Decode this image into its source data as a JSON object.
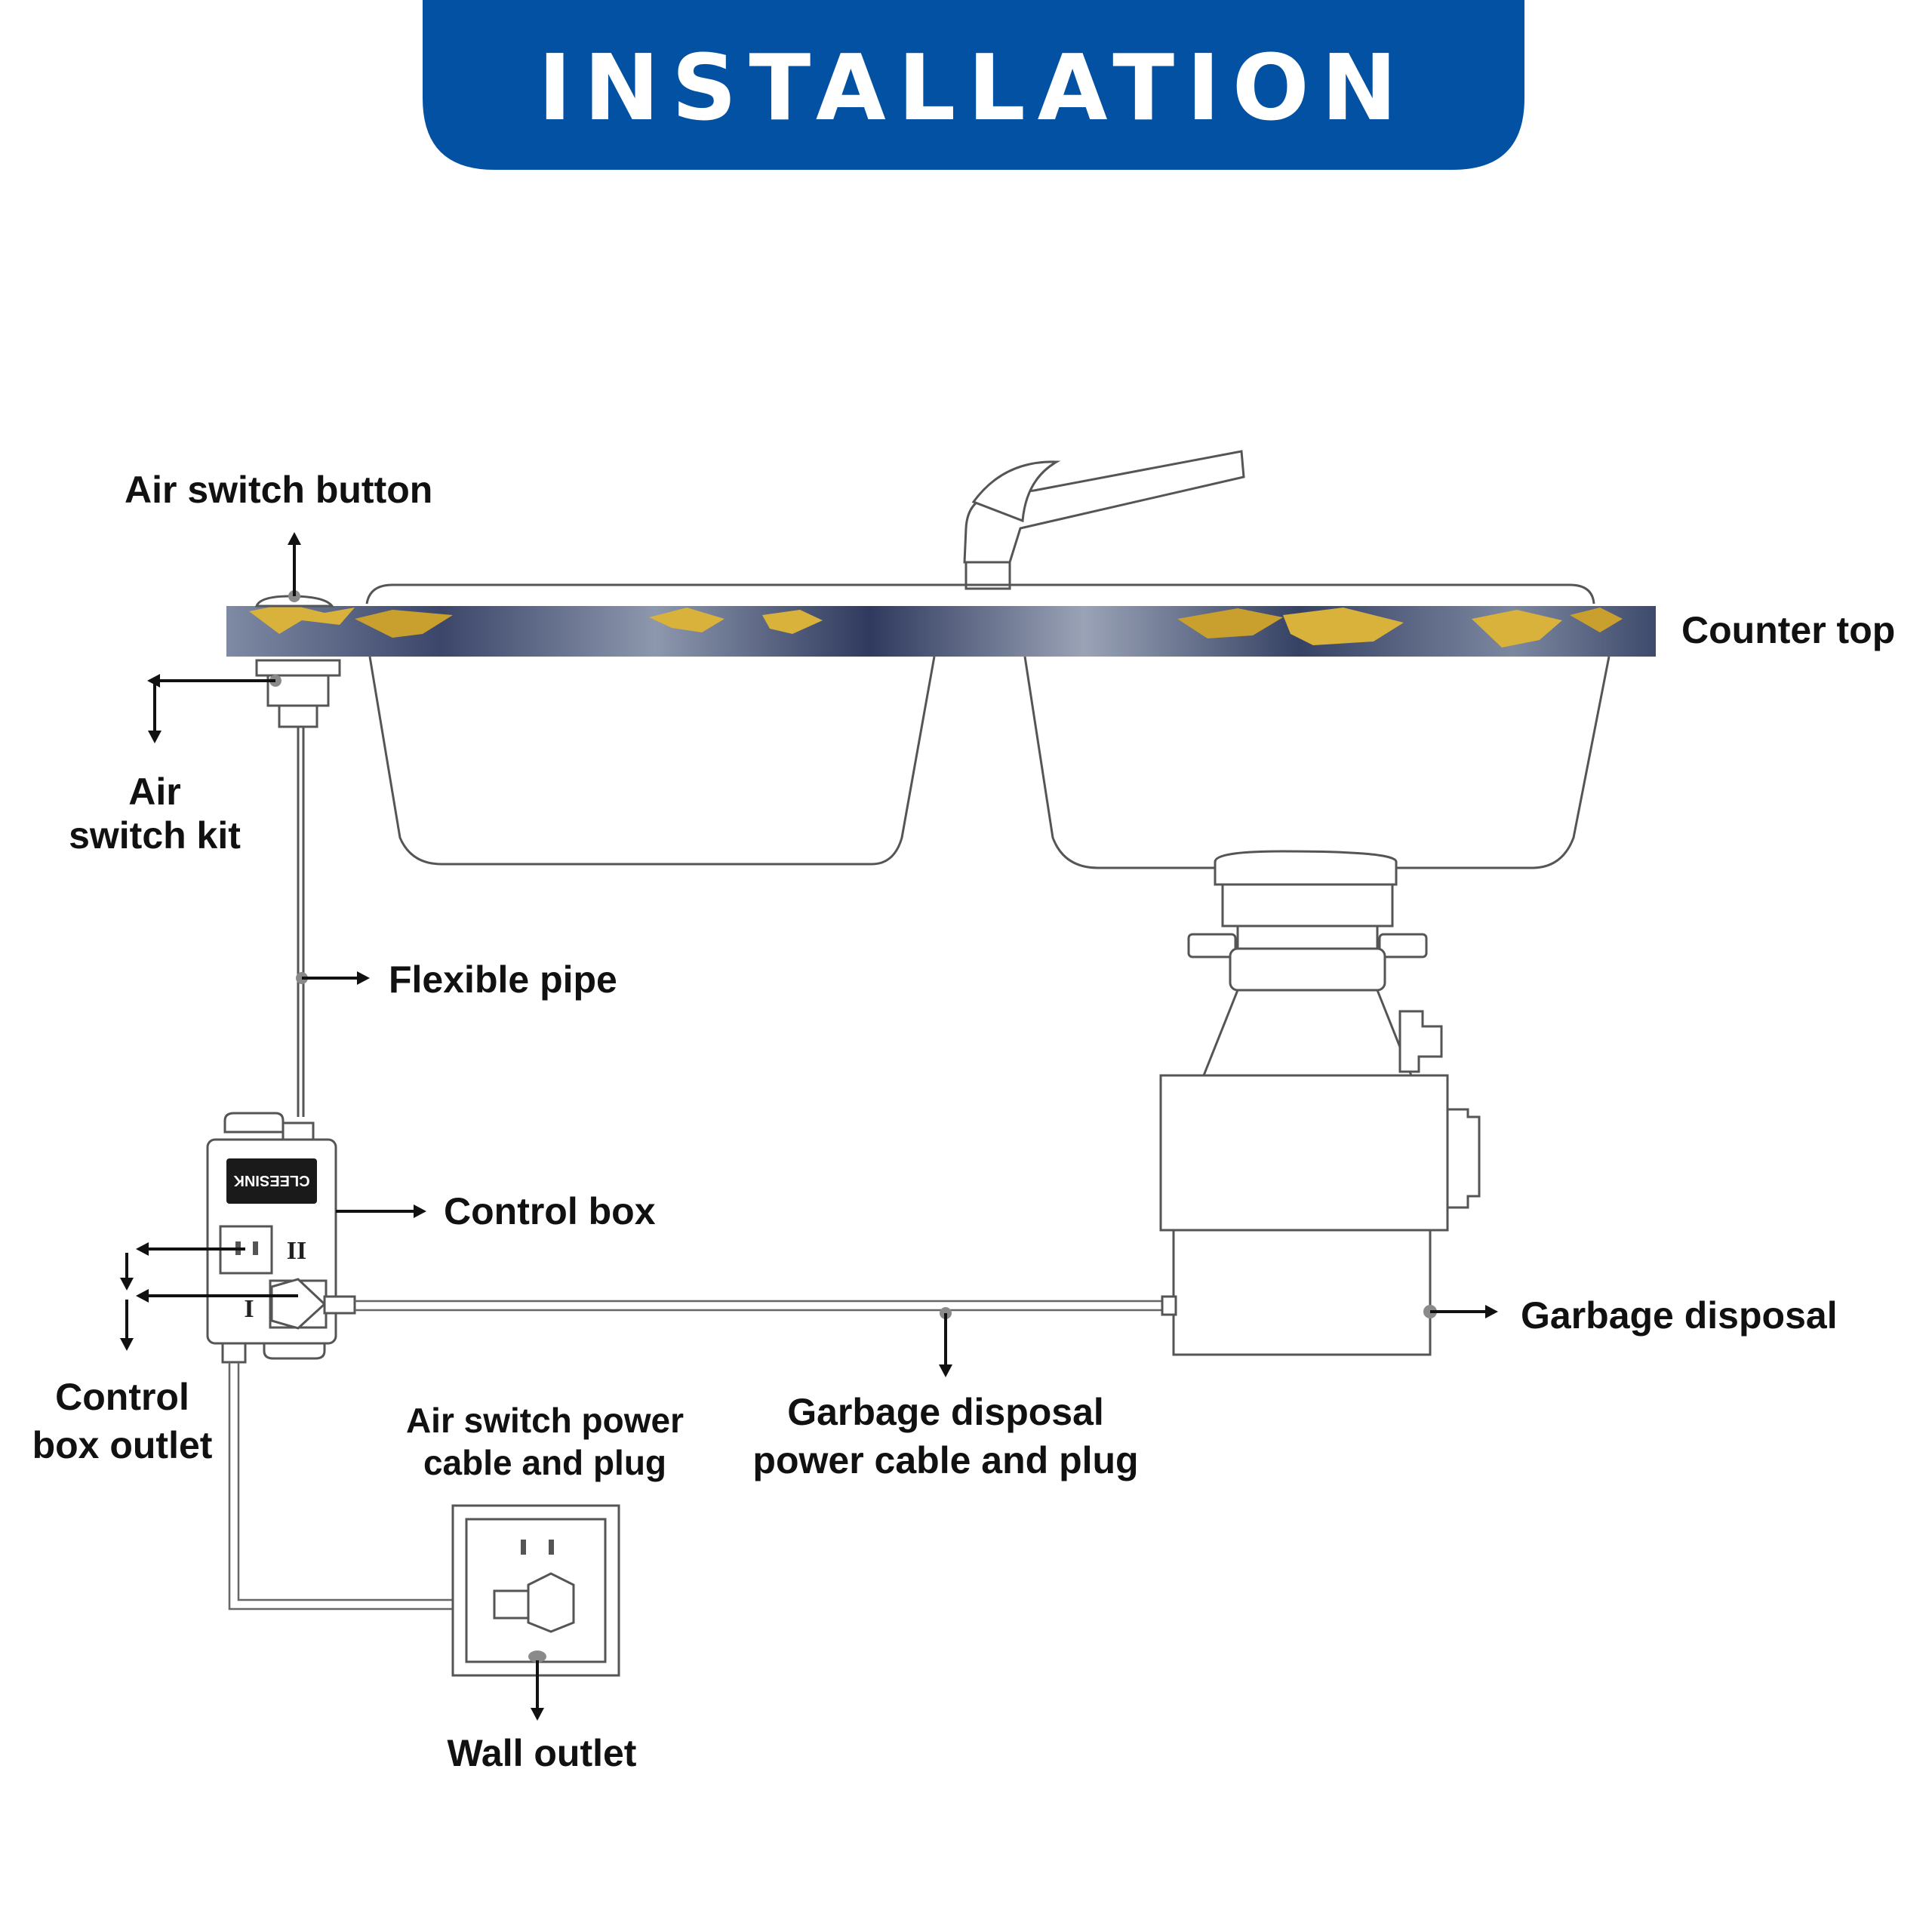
{
  "banner": {
    "title": "INSTALLATION",
    "color": "#0351a3"
  },
  "labels": {
    "air_switch_button": "Air switch button",
    "counter_top": "Counter top",
    "air_switch_kit": [
      "Air",
      "switch kit"
    ],
    "flexible_pipe": "Flexible pipe",
    "control_box": "Control box",
    "garbage_disposal": "Garbage disposal",
    "control_box_outlet": [
      "Control",
      "box outlet"
    ],
    "air_switch_power": [
      "Air switch power",
      "cable and plug"
    ],
    "garbage_disposal_power": [
      "Garbage disposal",
      "power cable and plug"
    ],
    "wall_outlet": "Wall outlet"
  },
  "control_box_device": {
    "brand": "CLEESINK",
    "outlet_II": "II",
    "outlet_I": "I"
  },
  "countertop_colors": {
    "marble_base": "#3e4a6b",
    "gold_vein": "#d8b23a"
  }
}
